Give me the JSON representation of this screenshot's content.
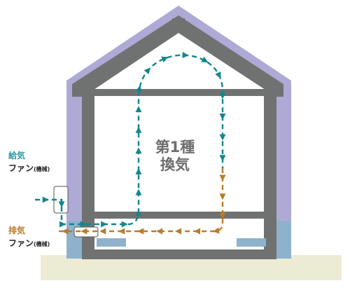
{
  "colors": {
    "roof": "#aeaad6",
    "frame": "#707272",
    "ground": "#ecebd4",
    "foundation_wall": "#8fb2cc",
    "supply_air": "#11868c",
    "exhaust_air": "#b97b2c"
  },
  "diagram": {
    "center_label": {
      "line1": "第1種",
      "line2": "換気"
    },
    "supply": {
      "title": "給気",
      "fan": "ファン",
      "mechanical": "(機械)"
    },
    "exhaust": {
      "title": "排気",
      "fan": "ファン",
      "mechanical": "(機械)"
    }
  },
  "icons": [
    "supply-fan-icon",
    "exhaust-fan-icon",
    "arrow-icon"
  ]
}
